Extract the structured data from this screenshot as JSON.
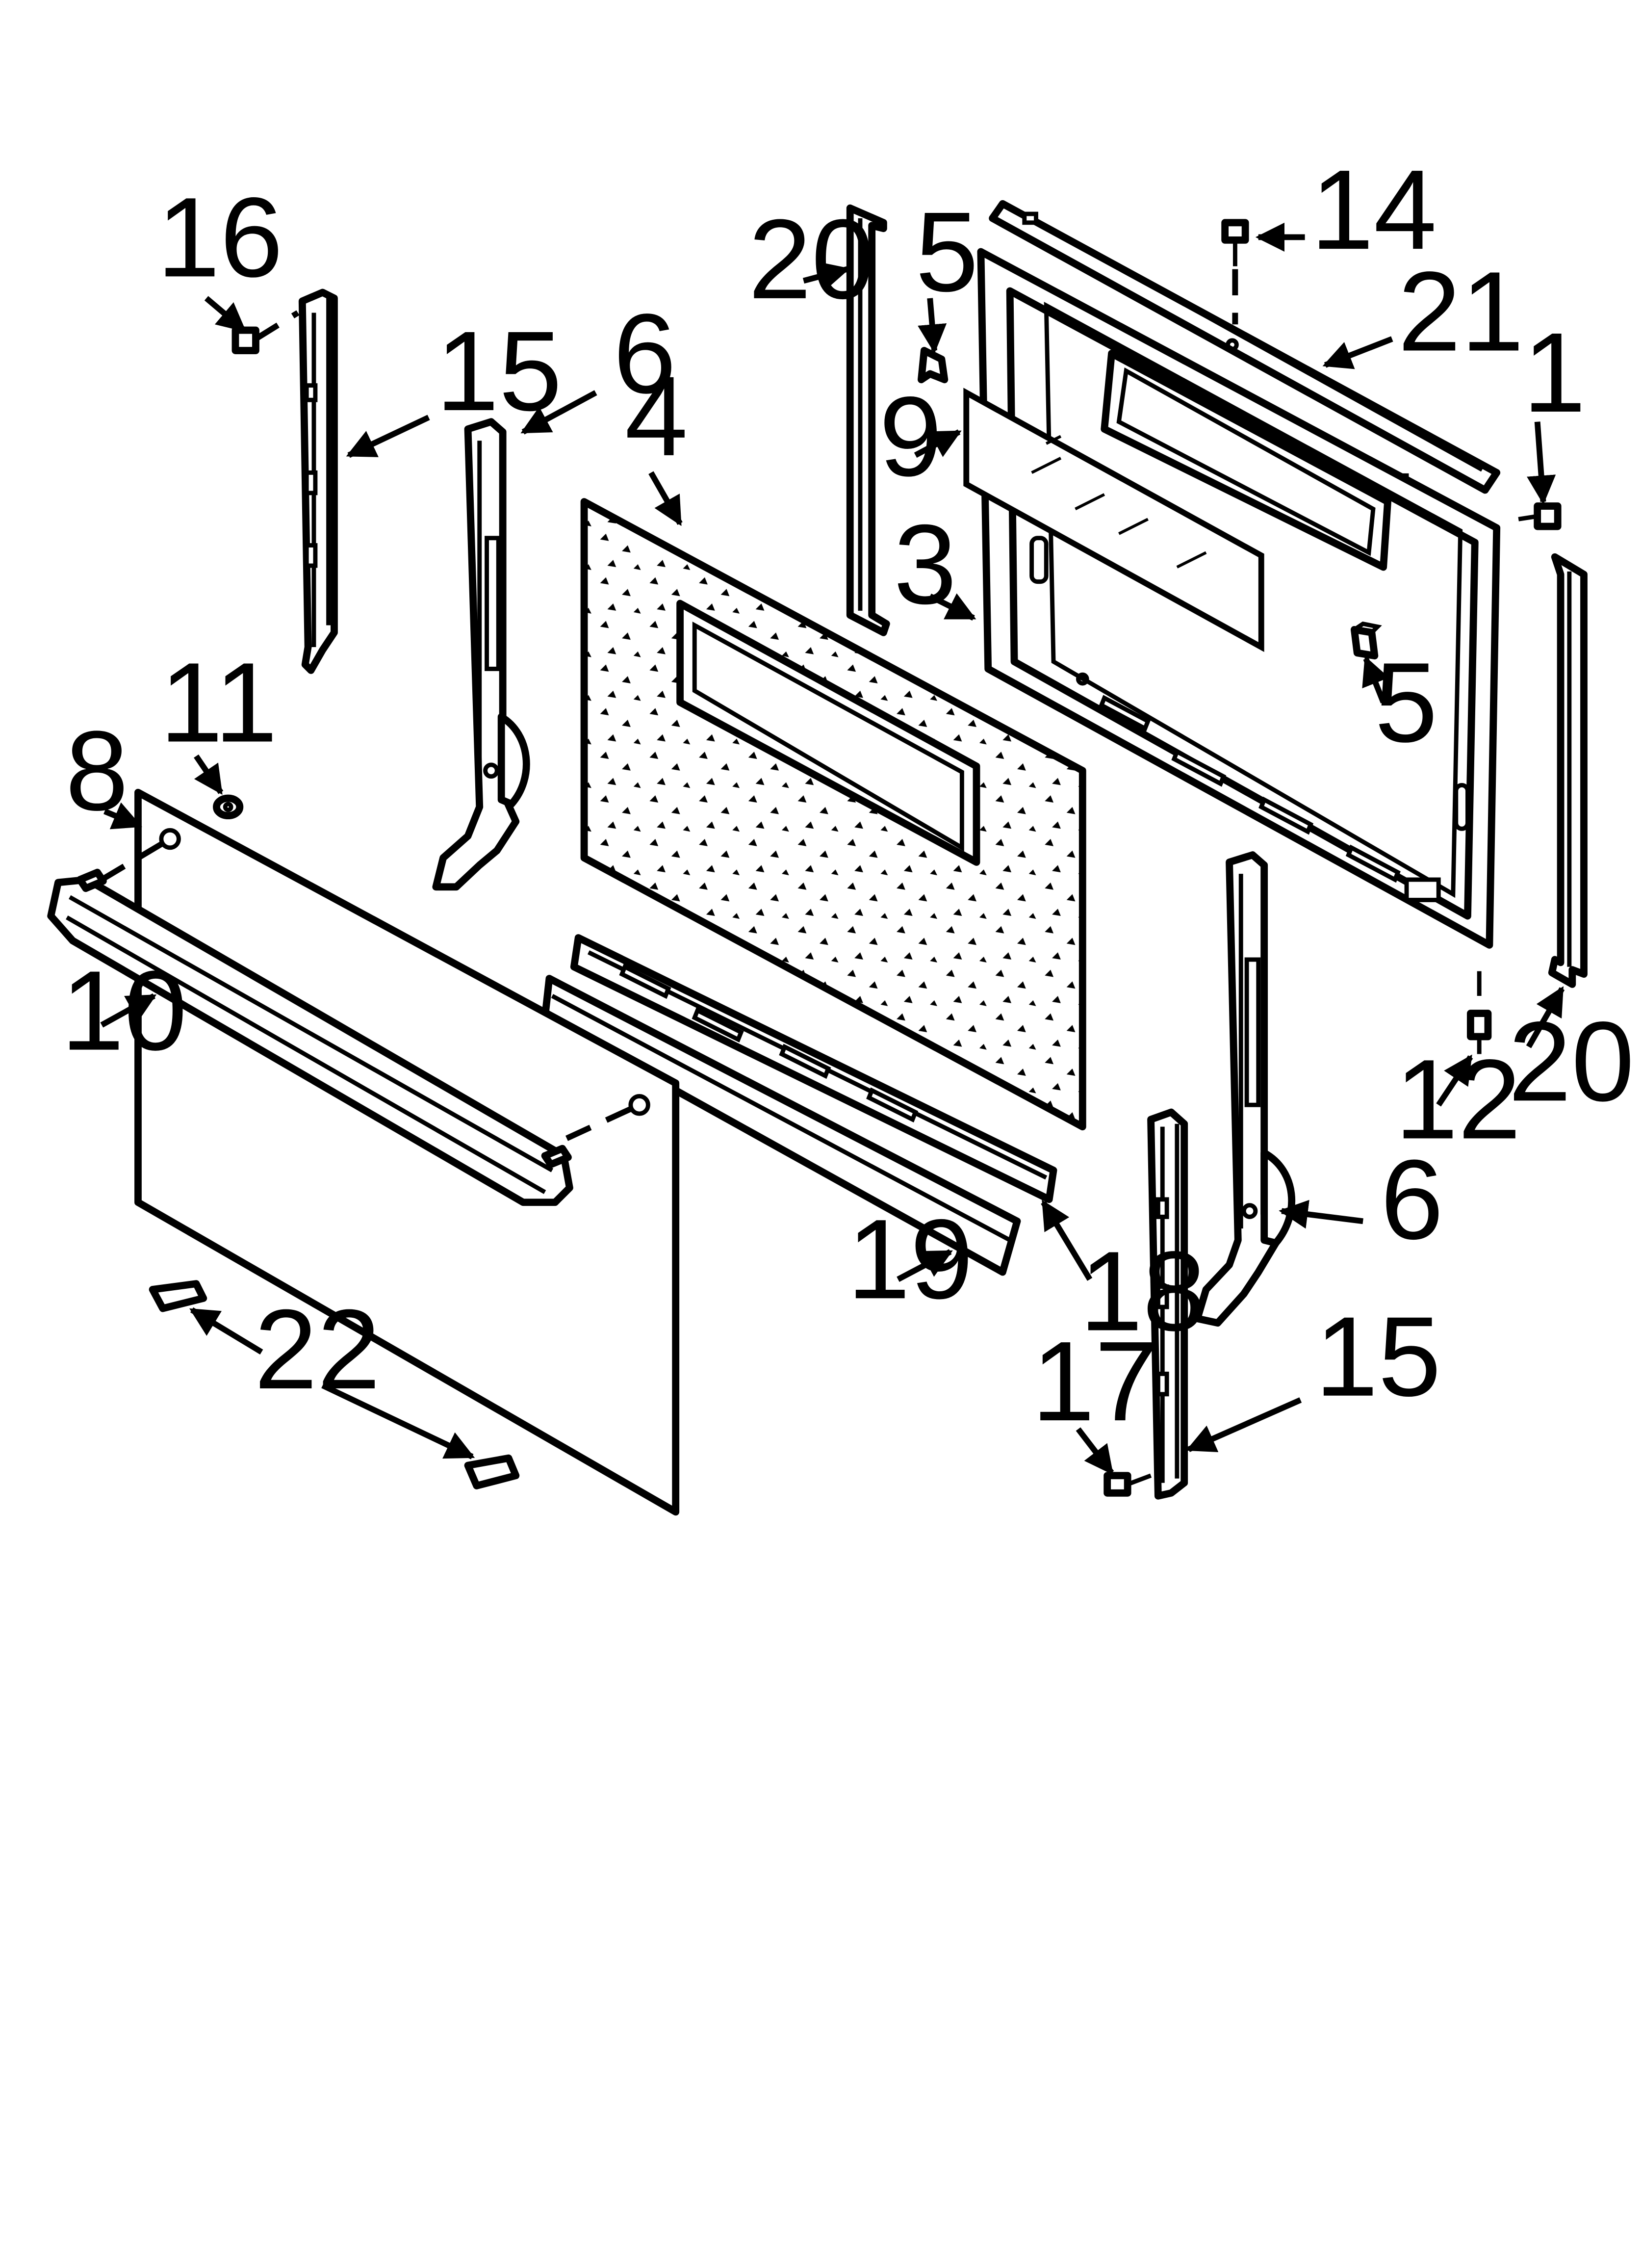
{
  "diagram": {
    "callouts": [
      {
        "id": "c16",
        "label": "16"
      },
      {
        "id": "c15a",
        "label": "15"
      },
      {
        "id": "c6a",
        "label": "6"
      },
      {
        "id": "c4",
        "label": "4"
      },
      {
        "id": "c20a",
        "label": "20"
      },
      {
        "id": "c5a",
        "label": "5"
      },
      {
        "id": "c14",
        "label": "14"
      },
      {
        "id": "c21",
        "label": "21"
      },
      {
        "id": "c1",
        "label": "1"
      },
      {
        "id": "c9",
        "label": "9"
      },
      {
        "id": "c3",
        "label": "3"
      },
      {
        "id": "c5b",
        "label": "5"
      },
      {
        "id": "c11",
        "label": "11"
      },
      {
        "id": "c8",
        "label": "8"
      },
      {
        "id": "c10",
        "label": "10"
      },
      {
        "id": "c12",
        "label": "12"
      },
      {
        "id": "c20b",
        "label": "20"
      },
      {
        "id": "c6b",
        "label": "6"
      },
      {
        "id": "c19",
        "label": "19"
      },
      {
        "id": "c18",
        "label": "18"
      },
      {
        "id": "c22",
        "label": "22"
      },
      {
        "id": "c15b",
        "label": "15"
      },
      {
        "id": "c17",
        "label": "17"
      }
    ]
  }
}
